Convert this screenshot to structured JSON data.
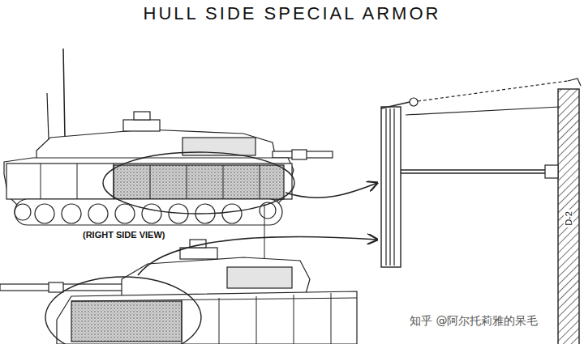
{
  "diagram": {
    "title": "HULL SIDE SPECIAL ARMOR",
    "labels": [
      "(RIGHT SIDE VIEW)",
      "D-2",
      "知乎 @阿尔托莉雅的呆毛"
    ]
  }
}
